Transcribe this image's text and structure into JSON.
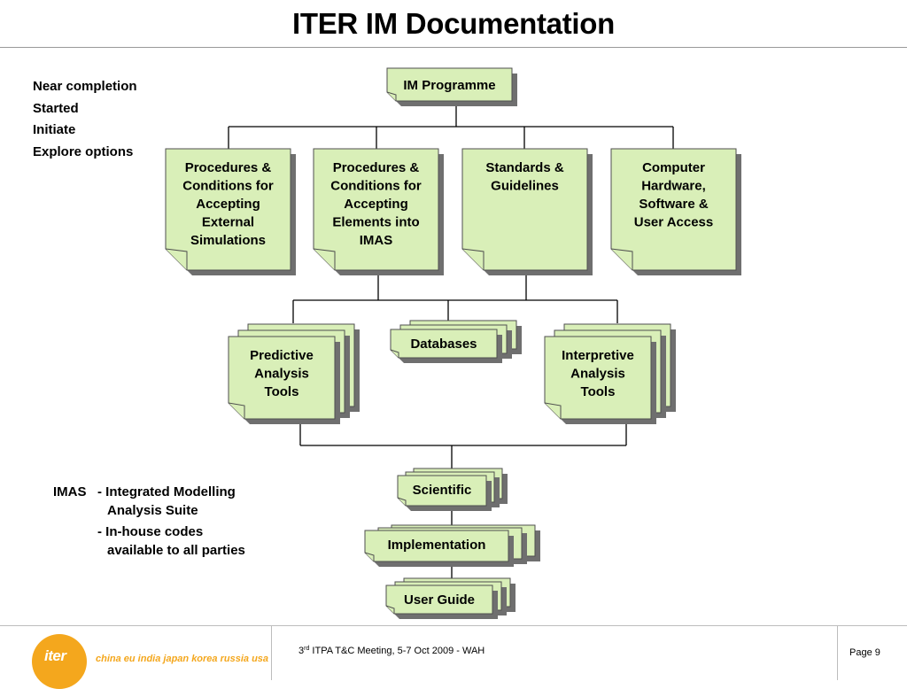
{
  "title": "ITER IM Documentation",
  "legend": [
    "Near completion",
    "Started",
    "Initiate",
    "Explore options"
  ],
  "nodes": {
    "im_programme": [
      "IM Programme"
    ],
    "proc_external": [
      "Procedures &",
      "Conditions for",
      "Accepting",
      "External",
      "Simulations"
    ],
    "proc_elements": [
      "Procedures &",
      "Conditions for",
      "Accepting",
      "Elements into",
      "IMAS"
    ],
    "standards": [
      "Standards &",
      "Guidelines"
    ],
    "computer": [
      "Computer",
      "Hardware,",
      "Software &",
      "User Access"
    ],
    "predictive": [
      "Predictive",
      "Analysis",
      "Tools"
    ],
    "databases": [
      "Databases"
    ],
    "interpretive": [
      "Interpretive",
      "Analysis",
      "Tools"
    ],
    "scientific": [
      "Scientific"
    ],
    "implementation": [
      "Implementation"
    ],
    "user_guide": [
      "User Guide"
    ]
  },
  "notes": {
    "abbr": "IMAS",
    "item1": "- Integrated Modelling",
    "item1_cont": "Analysis Suite",
    "item2": "- In-house codes",
    "item2_cont": "available to all parties"
  },
  "footer": {
    "logo_word": "iter",
    "logo_tagline": "china eu india japan korea russia usa",
    "meeting_prefix": "3",
    "meeting_sup": "rd",
    "meeting_text": " ITPA T&C Meeting, 5-7 Oct 2009 - WAH",
    "page_label": "Page 9"
  },
  "colors": {
    "doc_fill": "#d9efb8",
    "doc_stroke": "#4f4f4f",
    "shadow": "#6f6f6f",
    "logo": "#f4a71d"
  }
}
